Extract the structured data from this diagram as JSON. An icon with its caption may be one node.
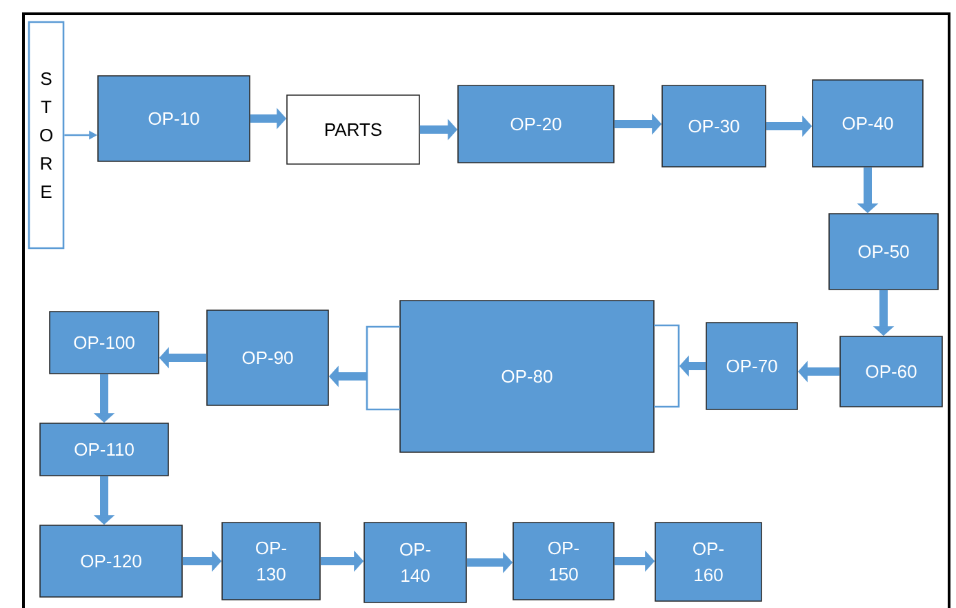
{
  "diagram": {
    "nodes": [
      {
        "text": [
          "S T O R E"
        ]
      },
      {
        "text": [
          "OP-10"
        ]
      },
      {
        "text": [
          "PARTS"
        ]
      },
      {
        "text": [
          "OP-20"
        ]
      },
      {
        "text": [
          "OP-30"
        ]
      },
      {
        "text": [
          "OP-40"
        ]
      },
      {
        "text": [
          "OP-50"
        ]
      },
      {
        "text": [
          "OP-60"
        ]
      },
      {
        "text": [
          "OP-70"
        ]
      },
      {
        "text": [
          "OP-80"
        ]
      },
      {
        "text": [
          "OP-90"
        ]
      },
      {
        "text": [
          "OP-100"
        ]
      },
      {
        "text": [
          "OP-110"
        ]
      },
      {
        "text": [
          "OP-120"
        ]
      },
      {
        "text": [
          "OP- 130"
        ]
      },
      {
        "text": [
          "OP- 140"
        ]
      },
      {
        "text": [
          "OP- 150"
        ]
      },
      {
        "text": [
          "OP- 160"
        ]
      }
    ],
    "edges": [
      {
        "from": 0,
        "to": 1,
        "arrow": "to"
      },
      {
        "from": 1,
        "to": 2,
        "arrow": "to"
      },
      {
        "from": 2,
        "to": 3,
        "arrow": "to"
      },
      {
        "from": 3,
        "to": 4,
        "arrow": "to"
      },
      {
        "from": 4,
        "to": 5,
        "arrow": "to"
      },
      {
        "from": 5,
        "to": 6,
        "arrow": "to"
      },
      {
        "from": 6,
        "to": 7,
        "arrow": "to"
      },
      {
        "from": 7,
        "to": 8,
        "arrow": "to"
      },
      {
        "from": 8,
        "to": 9,
        "arrow": "to"
      },
      {
        "from": 9,
        "to": 10,
        "arrow": "to"
      },
      {
        "from": 10,
        "to": 11,
        "arrow": "to"
      },
      {
        "from": 11,
        "to": 12,
        "arrow": "to"
      },
      {
        "from": 12,
        "to": 13,
        "arrow": "to"
      },
      {
        "from": 13,
        "to": 14,
        "arrow": "to"
      },
      {
        "from": 14,
        "to": 15,
        "arrow": "to"
      },
      {
        "from": 15,
        "to": 16,
        "arrow": "to"
      },
      {
        "from": 16,
        "to": 17,
        "arrow": "to"
      }
    ]
  }
}
